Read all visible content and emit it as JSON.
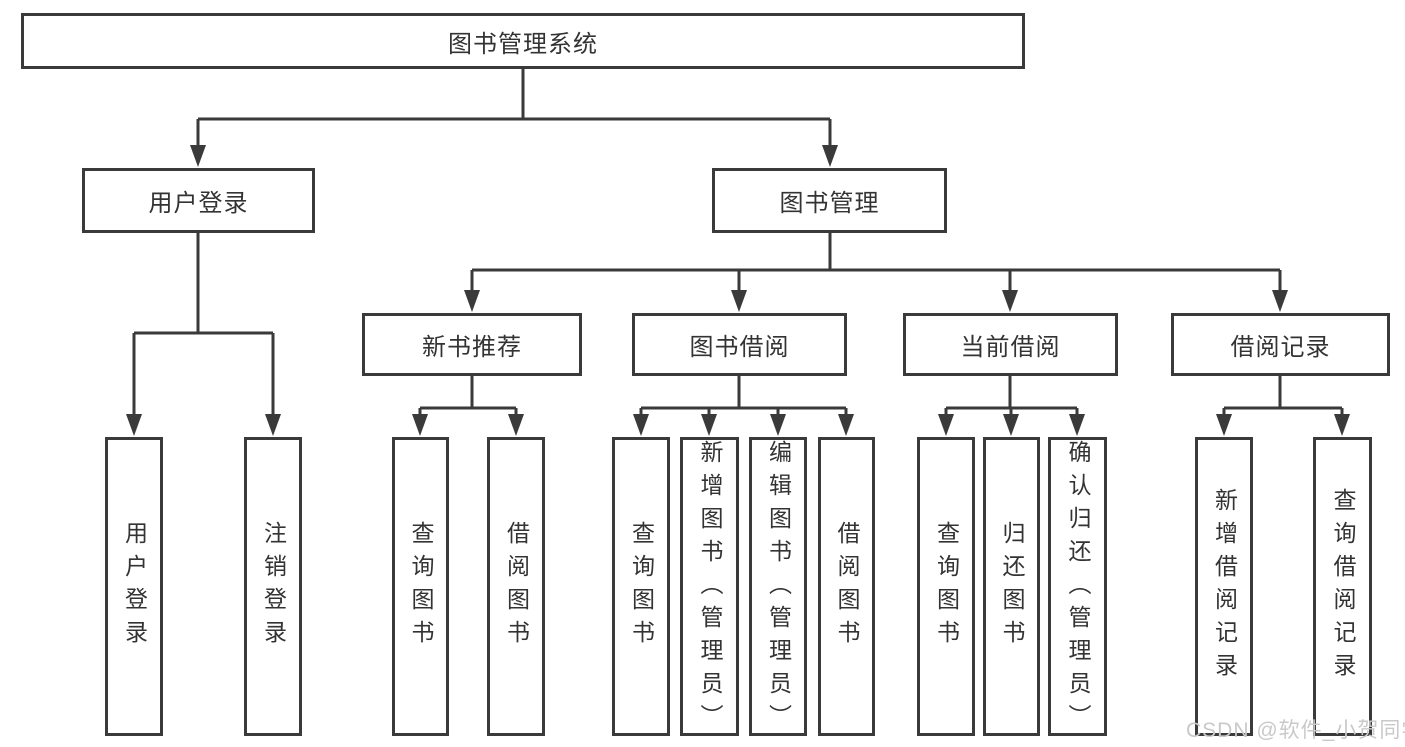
{
  "nodes": {
    "root": {
      "label": "图书管理系统"
    },
    "user_login": {
      "label": "用户登录"
    },
    "book_management": {
      "label": "图书管理"
    },
    "new_book_recommend": {
      "label": "新书推荐"
    },
    "book_borrow": {
      "label": "图书借阅"
    },
    "current_borrow": {
      "label": "当前借阅"
    },
    "borrow_records": {
      "label": "借阅记录"
    },
    "leaf_user_login": {
      "label": "用户登录"
    },
    "leaf_logout": {
      "label": "注销登录"
    },
    "leaf_nb_query": {
      "label": "查询图书"
    },
    "leaf_nb_borrow": {
      "label": "借阅图书"
    },
    "leaf_bb_query": {
      "label": "查询图书"
    },
    "leaf_bb_add": {
      "label": "新增图书（管理员）"
    },
    "leaf_bb_edit": {
      "label": "编辑图书（管理员）"
    },
    "leaf_bb_borrow": {
      "label": "借阅图书"
    },
    "leaf_cb_query": {
      "label": "查询图书"
    },
    "leaf_cb_return": {
      "label": "归还图书"
    },
    "leaf_cb_confirm": {
      "label": "确认归还（管理员）"
    },
    "leaf_br_add": {
      "label": "新增借阅记录"
    },
    "leaf_br_query": {
      "label": "查询借阅记录"
    }
  },
  "structure": {
    "图书管理系统": [
      "用户登录",
      "图书管理"
    ],
    "用户登录": [
      "用户登录",
      "注销登录"
    ],
    "图书管理": [
      "新书推荐",
      "图书借阅",
      "当前借阅",
      "借阅记录"
    ],
    "新书推荐": [
      "查询图书",
      "借阅图书"
    ],
    "图书借阅": [
      "查询图书",
      "新增图书（管理员）",
      "编辑图书（管理员）",
      "借阅图书"
    ],
    "当前借阅": [
      "查询图书",
      "归还图书",
      "确认归还（管理员）"
    ],
    "借阅记录": [
      "新增借阅记录",
      "查询借阅记录"
    ]
  },
  "colors": {
    "line": "#3a3a3a",
    "box_border": "#3a3a3a",
    "text": "#333333",
    "background": "#ffffff",
    "watermark": "#c9c9c9"
  },
  "watermark": {
    "text": "CSDN @软件_小贺同学"
  }
}
